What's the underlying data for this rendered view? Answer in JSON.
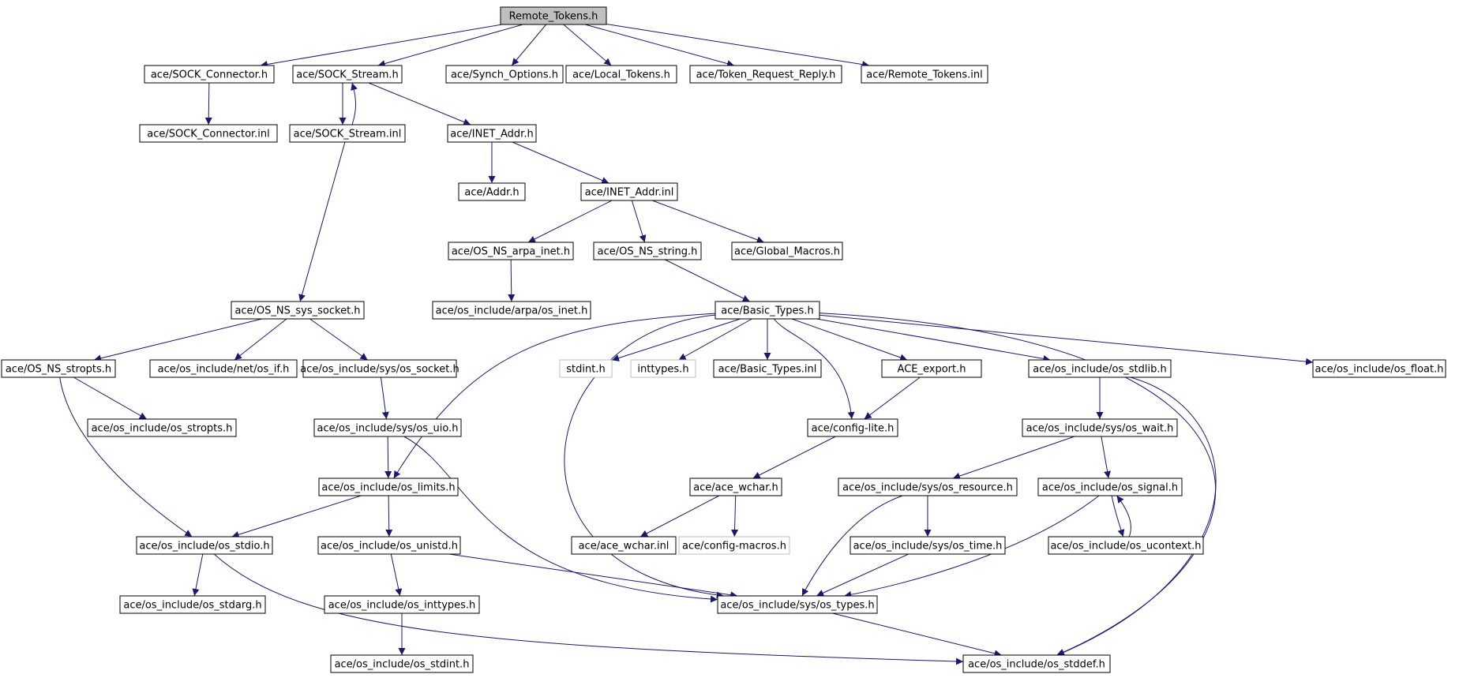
{
  "style": {
    "edge_color": "#191970",
    "node_border": "#000000",
    "external_border": "#bfbfbf",
    "root_fill": "#bfbfbf",
    "node_fill": "#ffffff"
  },
  "nodes": {
    "remote_tokens_h": "Remote_Tokens.h",
    "sock_connector_h": "ace/SOCK_Connector.h",
    "sock_stream_h": "ace/SOCK_Stream.h",
    "synch_options_h": "ace/Synch_Options.h",
    "local_tokens_h": "ace/Local_Tokens.h",
    "token_request_reply_h": "ace/Token_Request_Reply.h",
    "remote_tokens_inl": "ace/Remote_Tokens.inl",
    "sock_connector_inl": "ace/SOCK_Connector.inl",
    "sock_stream_inl": "ace/SOCK_Stream.inl",
    "inet_addr_h": "ace/INET_Addr.h",
    "addr_h": "ace/Addr.h",
    "inet_addr_inl": "ace/INET_Addr.inl",
    "os_ns_arpa_inet_h": "ace/OS_NS_arpa_inet.h",
    "os_ns_string_h": "ace/OS_NS_string.h",
    "global_macros_h": "ace/Global_Macros.h",
    "os_ns_sys_socket_h": "ace/OS_NS_sys_socket.h",
    "os_include_arpa_os_inet_h": "ace/os_include/arpa/os_inet.h",
    "basic_types_h": "ace/Basic_Types.h",
    "os_ns_stropts_h": "ace/OS_NS_stropts.h",
    "os_include_net_os_if_h": "ace/os_include/net/os_if.h",
    "os_include_sys_os_socket_h": "ace/os_include/sys/os_socket.h",
    "stdint_h": "stdint.h",
    "inttypes_h": "inttypes.h",
    "basic_types_inl": "ace/Basic_Types.inl",
    "ace_export_h": "ACE_export.h",
    "os_include_os_stdlib_h": "ace/os_include/os_stdlib.h",
    "os_include_os_float_h": "ace/os_include/os_float.h",
    "os_include_os_stropts_h": "ace/os_include/os_stropts.h",
    "os_include_sys_os_uio_h": "ace/os_include/sys/os_uio.h",
    "config_lite_h": "ace/config-lite.h",
    "os_include_sys_os_wait_h": "ace/os_include/sys/os_wait.h",
    "os_include_os_limits_h": "ace/os_include/os_limits.h",
    "ace_wchar_h": "ace/ace_wchar.h",
    "os_include_sys_os_resource_h": "ace/os_include/sys/os_resource.h",
    "os_include_os_signal_h": "ace/os_include/os_signal.h",
    "os_include_os_stdio_h": "ace/os_include/os_stdio.h",
    "os_include_os_unistd_h": "ace/os_include/os_unistd.h",
    "ace_wchar_inl": "ace/ace_wchar.inl",
    "config_macros_h": "ace/config-macros.h",
    "os_include_sys_os_time_h": "ace/os_include/sys/os_time.h",
    "os_include_os_ucontext_h": "ace/os_include/os_ucontext.h",
    "os_include_os_stdarg_h": "ace/os_include/os_stdarg.h",
    "os_include_os_inttypes_h": "ace/os_include/os_inttypes.h",
    "os_include_sys_os_types_h": "ace/os_include/sys/os_types.h",
    "os_include_os_stdint_h": "ace/os_include/os_stdint.h",
    "os_include_os_stddef_h": "ace/os_include/os_stddef.h"
  }
}
